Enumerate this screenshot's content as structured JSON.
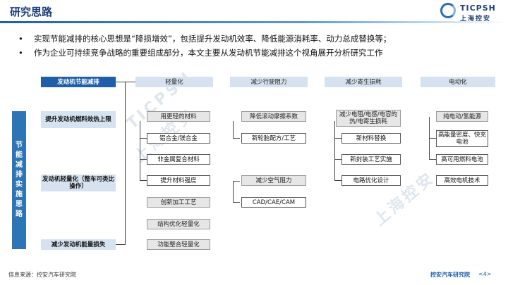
{
  "title": "研究思路",
  "logo": {
    "en": "TICPSH",
    "cn": "上海控安"
  },
  "bullets": [
    "实现节能减排的核心思想是“降损增效”，包括提升发动机效率、降低能源消耗率、动力总成替换等；",
    "作为企业可持续竞争战略的重要组成部分，本文主要从发动机节能减排这个视角展开分析研究工作"
  ],
  "bullet_marker": "•",
  "side_label": "节能减排实施思路",
  "left": {
    "top_label": "发动机节能减排",
    "items": [
      "提升发动机燃料效热上限",
      "发动机轻量化（整车可类比操作）",
      "减少发动机能量损失"
    ]
  },
  "columns": [
    {
      "header": "轻量化",
      "items": [
        "用更轻的材料",
        "铝合金/镁合金",
        "非金属复合材料",
        "提升材料强度",
        "创新加工工艺",
        "结构优化轻量化",
        "功能整合轻量化"
      ]
    },
    {
      "header": "减少行驶阻力",
      "items": [
        "降低滚动摩擦系数",
        "新轮胎配方/工艺",
        "减少空气阻力",
        "CAD/CAE/CAM"
      ]
    },
    {
      "header": "减少寄生损耗",
      "items": [
        "减少电阻/电感/电容的热/电寄生损耗",
        "新材料替换",
        "新封装工艺实施",
        "电路优化设计"
      ]
    },
    {
      "header": "电动化",
      "items": [
        "纯电动/氢能源",
        "高能量密度、快充电池",
        "高可用燃料电池",
        "高效电机技术"
      ]
    }
  ],
  "watermark": [
    "TICPSH",
    "上海控安",
    "上海控安"
  ],
  "footer": {
    "source": "信息来源：控安汽车研究院",
    "org": "控安汽车研究院",
    "page": "<4>"
  },
  "colors": {
    "primary": "#1f5faa",
    "light": "#d6e2ef",
    "gray": "#e6e6e6"
  }
}
